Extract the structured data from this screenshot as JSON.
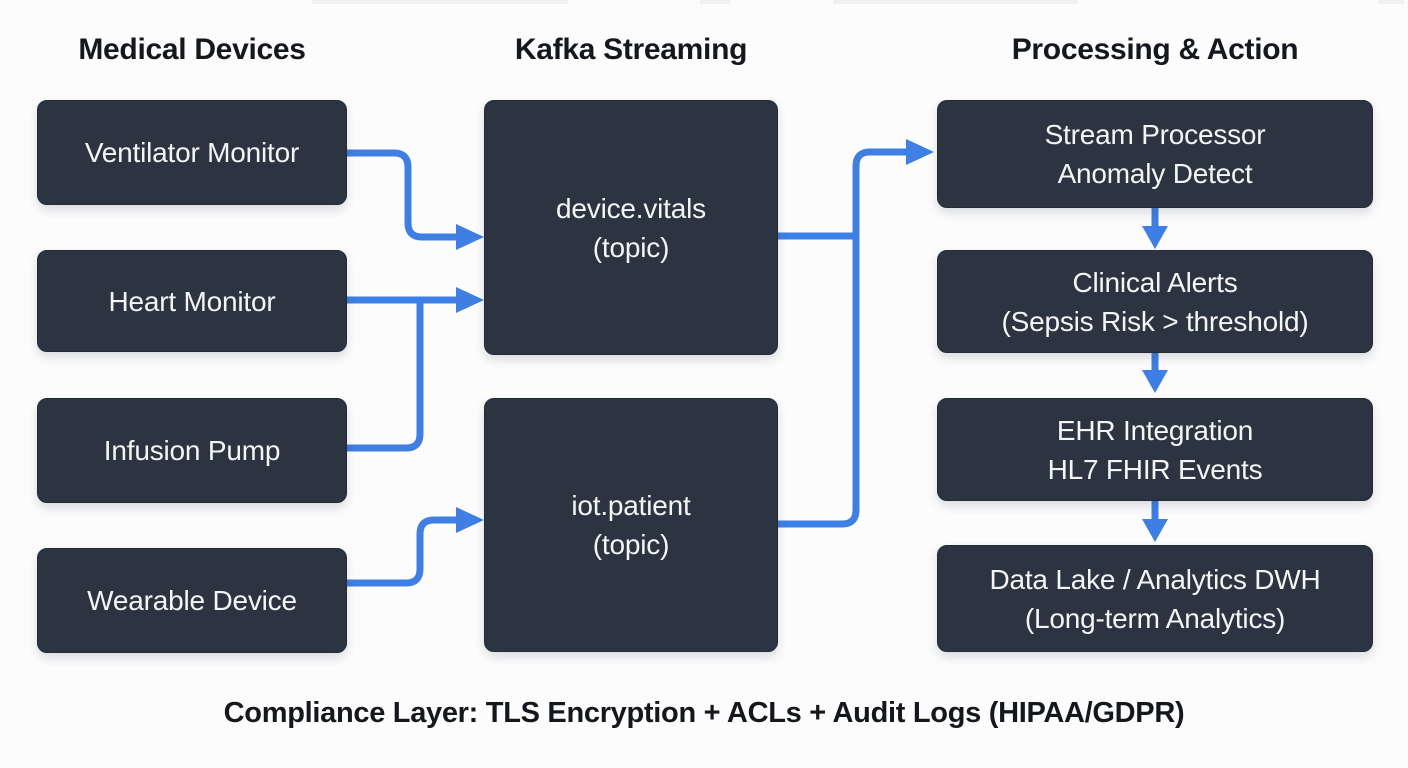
{
  "diagram": {
    "columns": [
      {
        "header": "Medical Devices",
        "boxes": [
          {
            "line1": "Ventilator Monitor",
            "line2": ""
          },
          {
            "line1": "Heart Monitor",
            "line2": ""
          },
          {
            "line1": "Infusion Pump",
            "line2": ""
          },
          {
            "line1": "Wearable Device",
            "line2": ""
          }
        ]
      },
      {
        "header": "Kafka Streaming",
        "boxes": [
          {
            "line1": "device.vitals",
            "line2": "(topic)"
          },
          {
            "line1": "iot.patient",
            "line2": "(topic)"
          }
        ]
      },
      {
        "header": "Processing & Action",
        "boxes": [
          {
            "line1": "Stream Processor",
            "line2": "Anomaly Detect"
          },
          {
            "line1": "Clinical Alerts",
            "line2": "(Sepsis Risk > threshold)"
          },
          {
            "line1": "EHR Integration",
            "line2": "HL7 FHIR Events"
          },
          {
            "line1": "Data Lake / Analytics DWH",
            "line2": "(Long-term Analytics)"
          }
        ]
      }
    ],
    "edges": [
      {
        "from": "Ventilator Monitor",
        "to": "device.vitals (topic)"
      },
      {
        "from": "Heart Monitor",
        "to": "device.vitals (topic)"
      },
      {
        "from": "Infusion Pump",
        "to": "device.vitals (topic)"
      },
      {
        "from": "Wearable Device",
        "to": "iot.patient (topic)"
      },
      {
        "from": "device.vitals (topic)",
        "to": "Stream Processor Anomaly Detect"
      },
      {
        "from": "iot.patient (topic)",
        "to": "Stream Processor Anomaly Detect"
      },
      {
        "from": "Stream Processor Anomaly Detect",
        "to": "Clinical Alerts (Sepsis Risk > threshold)"
      },
      {
        "from": "Clinical Alerts (Sepsis Risk > threshold)",
        "to": "EHR Integration HL7 FHIR Events"
      },
      {
        "from": "EHR Integration HL7 FHIR Events",
        "to": "Data Lake / Analytics DWH (Long-term Analytics)"
      }
    ],
    "footer": "Compliance Layer: TLS Encryption + ACLs + Audit Logs (HIPAA/GDPR)",
    "colors": {
      "node_fill": "#2c3441",
      "node_text": "#f3f5f7",
      "arrow": "#3f7ee2",
      "heading": "#14171c",
      "background": "#fcfcfd"
    }
  }
}
